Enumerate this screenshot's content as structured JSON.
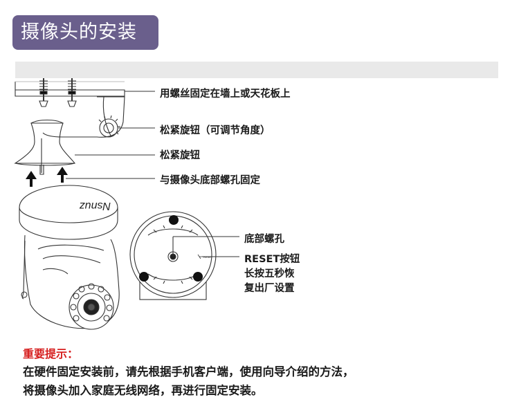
{
  "title": "摄像头的安装",
  "callouts": {
    "wall_mount": "用螺丝固定在墙上或天花板上",
    "tighten_knob_adjust": "松紧旋钮（可调节角度）",
    "tighten_knob": "松紧旋钮",
    "bottom_screw_fix": "与摄像头底部螺孔固定",
    "bottom_screw_hole": "底部螺孔",
    "reset_line1": "RESET按钮",
    "reset_line2": "长按五秒恢",
    "reset_line3": "复出厂设置"
  },
  "camera_brand_text": "Nsnuz",
  "reset_small_text": "RESET",
  "notice": {
    "title": "重要提示：",
    "line1": "在硬件固定安装前，请先根据手机客户端，使用向导介绍的方法，",
    "line2": "将摄像头加入家庭无线网络，再进行固定安装。"
  },
  "colors": {
    "title_bg": "#6a5f8c",
    "notice_title": "#d61f1f"
  }
}
